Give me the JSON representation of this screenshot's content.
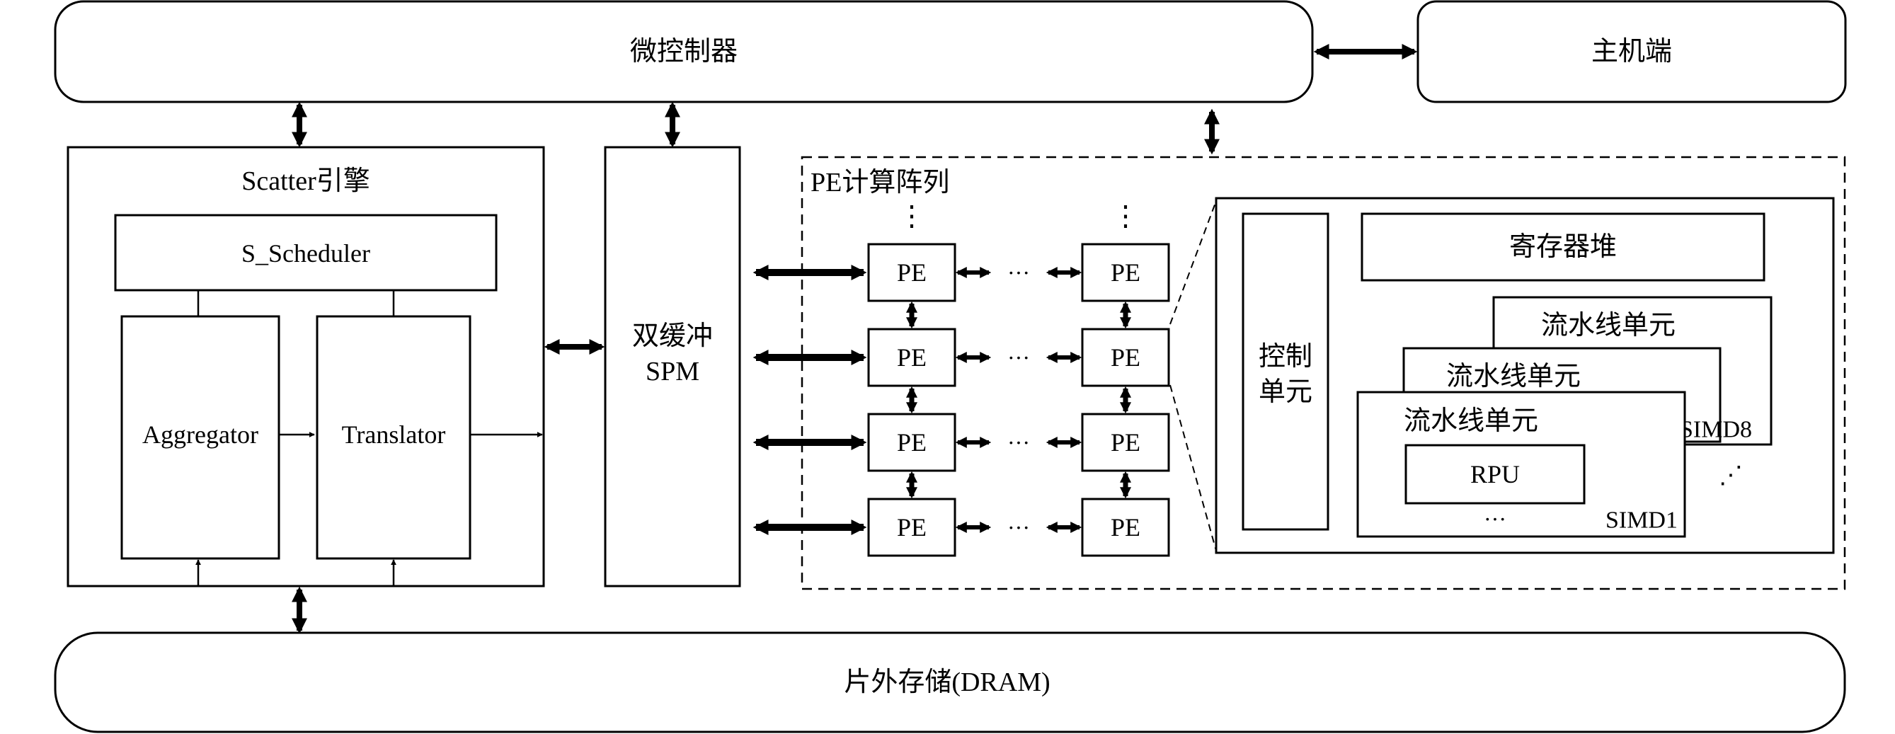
{
  "microcontroller": {
    "label": "微控制器"
  },
  "host": {
    "label": "主机端"
  },
  "scatter_engine": {
    "title": "Scatter引擎",
    "scheduler": "S_Scheduler",
    "aggregator": "Aggregator",
    "translator": "Translator"
  },
  "spm": {
    "line1": "双缓冲",
    "line2": "SPM"
  },
  "pe_array": {
    "title": "PE计算阵列",
    "pe_label": "PE",
    "ellipsis_h": "···",
    "ellipsis_v": "⋮"
  },
  "pe_detail": {
    "control_unit_line1": "控制",
    "control_unit_line2": "单元",
    "register_file": "寄存器堆",
    "pipeline_unit": "流水线单元",
    "rpu": "RPU",
    "simd_first": "SIMD1",
    "simd_last": "SIMD8",
    "ellipsis_h": "···",
    "ellipsis_d": "⋰"
  },
  "dram": {
    "label": "片外存储(DRAM)"
  },
  "colors": {
    "stroke": "#000000",
    "fill": "#ffffff"
  }
}
